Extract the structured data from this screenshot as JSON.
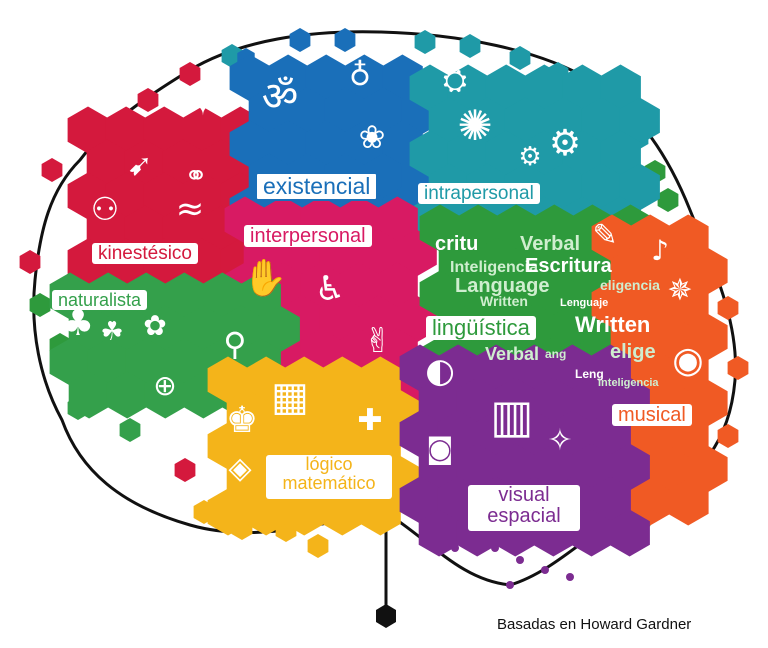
{
  "colors": {
    "kinestesico": "#d4193d",
    "existencial": "#1a6fb9",
    "intrapersonal": "#1f9aa7",
    "interpersonal": "#d81a63",
    "linguistica": "#2e9a3c",
    "naturalista": "#34a04b",
    "musical": "#f05a24",
    "logico": "#f4b41a",
    "visual": "#7c2c91",
    "outline": "#111111"
  },
  "areas": {
    "kinestesico": {
      "label": "kinestésico"
    },
    "existencial": {
      "label": "existencial"
    },
    "intrapersonal": {
      "label": "intrapersonal"
    },
    "interpersonal": {
      "label": "interpersonal"
    },
    "linguistica": {
      "label": "lingüística"
    },
    "naturalista": {
      "label": "naturalista"
    },
    "musical": {
      "label": "musical"
    },
    "logico": {
      "line1": "lógico",
      "line2": "matemático"
    },
    "visual": {
      "line1": "visual",
      "line2": "espacial"
    }
  },
  "word_cloud": [
    "critu",
    "Verbal",
    "Inteligencia",
    "Escritura",
    "Language",
    "Written",
    "Lenguaje",
    "eligencia",
    "Verbal",
    "Written",
    "ang",
    "elige",
    "Leng",
    "Inteligencia"
  ],
  "icons": [
    "om-symbol-icon",
    "planet-icon",
    "lotus-icon",
    "meditation-icon",
    "brain-icon",
    "gears-icon",
    "dancer-icon",
    "runner-icon",
    "cyclist-icon",
    "people-dancing-icon",
    "swimmer-icon",
    "feather-book-icon",
    "music-note-icon",
    "dancing-person-icon",
    "drummer-icon",
    "handshake-icon",
    "helping-person-icon",
    "group-celebration-icon",
    "tree-icon",
    "gardener-icon",
    "plants-icon",
    "magnifier-icon",
    "compass-icon",
    "calculator-icon",
    "chess-king-icon",
    "puzzle-icon",
    "shapes-board-icon",
    "palette-icon",
    "buildings-icon",
    "camera-icon",
    "astronomer-icon"
  ],
  "credit": "Basadas en Howard Gardner"
}
